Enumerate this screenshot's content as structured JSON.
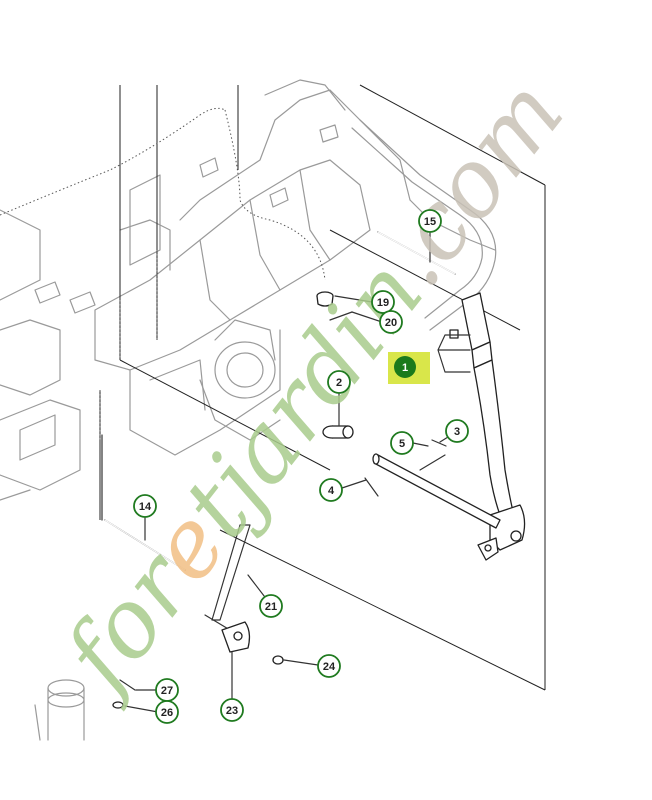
{
  "colors": {
    "callout_ring": "#1f7a1f",
    "highlight_bg": "#d9e64a",
    "highlight_badge": "#1b7a1b",
    "watermark_green": "#a9cc8c",
    "watermark_orange": "#f2bf84",
    "watermark_gray": "#c9c2b7",
    "line_art": "#9a9a9a"
  },
  "highlighted_callout": "1",
  "callouts": [
    "1",
    "2",
    "3",
    "4",
    "5",
    "14",
    "15",
    "19",
    "20",
    "21",
    "23",
    "24",
    "26",
    "27"
  ],
  "watermark": {
    "part1": "fo",
    "part2": "r",
    "part3": "e",
    "part4": "t",
    "part5": "jard",
    "part6": "in",
    "part7": ".com"
  }
}
